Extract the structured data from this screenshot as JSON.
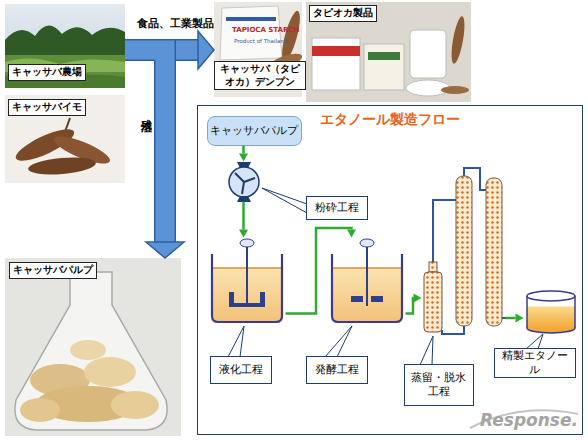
{
  "diagram": {
    "nodes": [
      {
        "text": [
          "キャッサバ農場"
        ]
      },
      {
        "text": [
          "キャッサバイモ"
        ]
      },
      {
        "text": [
          "キャッサバ（タピオカ）デンプン"
        ]
      },
      {
        "text": [
          "タピオカ製品"
        ]
      },
      {
        "text": [
          "キャッサバパルプ"
        ]
      },
      {
        "text": [
          "エタノール製造フロー"
        ]
      },
      {
        "text": [
          "キャッサバパルプ"
        ],
        "in": 5
      },
      {
        "text": [
          "粉砕工程"
        ],
        "in": 5
      },
      {
        "text": [
          "液化工程"
        ],
        "in": 5
      },
      {
        "text": [
          "発酵工程"
        ],
        "in": 5
      },
      {
        "text": [
          "蒸留・脱水工程"
        ],
        "in": 5
      },
      {
        "text": [
          "精製エタノール"
        ],
        "in": 5
      }
    ],
    "edges": [
      {
        "from": 0,
        "to": 2,
        "label": "食品、工業製品",
        "arrow": "to"
      },
      {
        "from": 0,
        "to": 4,
        "label": "残渣",
        "arrow": "to"
      },
      {
        "from": 6,
        "to": 7,
        "arrow": "to"
      },
      {
        "from": 7,
        "to": 8,
        "arrow": "to"
      },
      {
        "from": 8,
        "to": 9,
        "arrow": "to"
      },
      {
        "from": 9,
        "to": 10,
        "arrow": "to"
      },
      {
        "from": 10,
        "to": 11,
        "arrow": "to"
      }
    ],
    "labels": [
      "TAPIOCA STARCH",
      "Product of Thailand",
      "Response."
    ]
  }
}
